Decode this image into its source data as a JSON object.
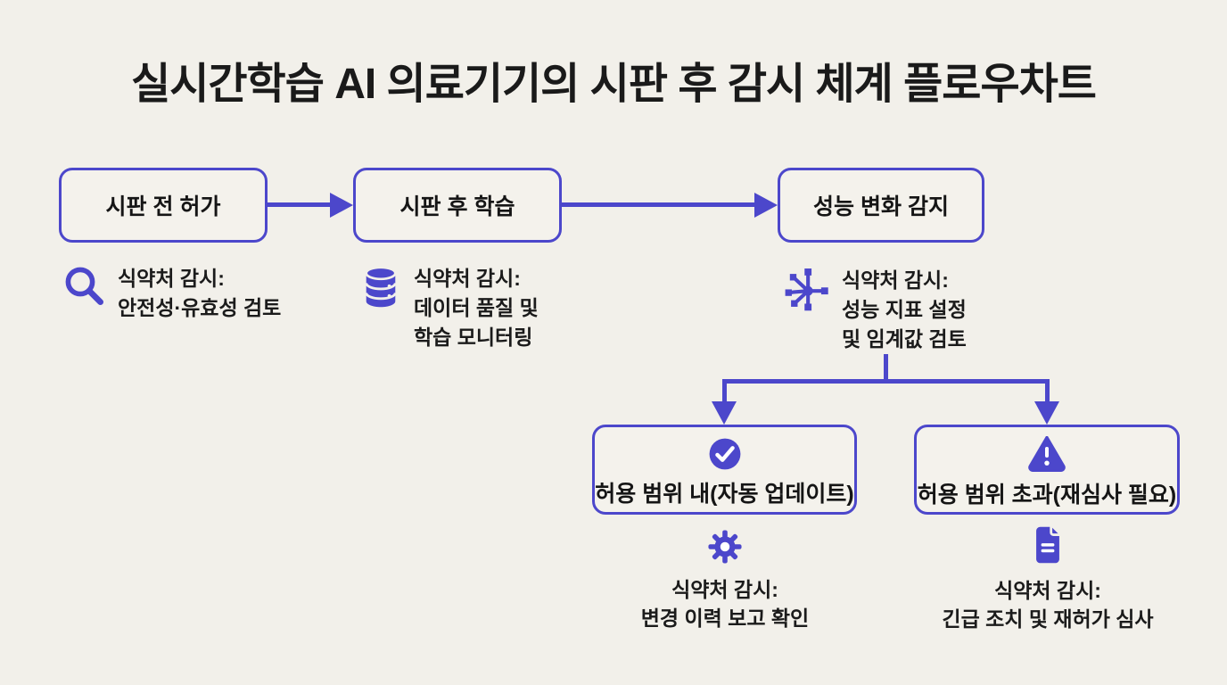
{
  "title": "실시간학습 AI 의료기기의 시판 후 감시 체계 플로우차트",
  "colors": {
    "background": "#f2f0ea",
    "accent": "#4c47cb",
    "text": "#1a1a1a"
  },
  "stages": [
    {
      "label": "시판 전 허가",
      "icon": "magnifier-icon",
      "note": {
        "title": "식약처 감시:",
        "lines": [
          "안전성·유효성 검토"
        ]
      }
    },
    {
      "label": "시판 후 학습",
      "icon": "database-icon",
      "note": {
        "title": "식약처 감시:",
        "lines": [
          "데이터 품질 및",
          "학습 모니터링"
        ]
      }
    },
    {
      "label": "성능 변화 감지",
      "icon": "network-icon",
      "note": {
        "title": "식약처 감시:",
        "lines": [
          "성능 지표 설정",
          "및 임계값 검토"
        ]
      }
    }
  ],
  "branches": [
    {
      "label": "허용 범위 내(자동 업데이트)",
      "icon": "check-circle-icon",
      "note": {
        "icon": "gear-icon",
        "title": "식약처 감시:",
        "lines": [
          "변경 이력 보고 확인"
        ]
      }
    },
    {
      "label": "허용 범위 초과(재심사 필요)",
      "icon": "warning-icon",
      "note": {
        "icon": "document-icon",
        "title": "식약처 감시:",
        "lines": [
          "긴급 조치 및 재허가 심사"
        ]
      }
    }
  ]
}
